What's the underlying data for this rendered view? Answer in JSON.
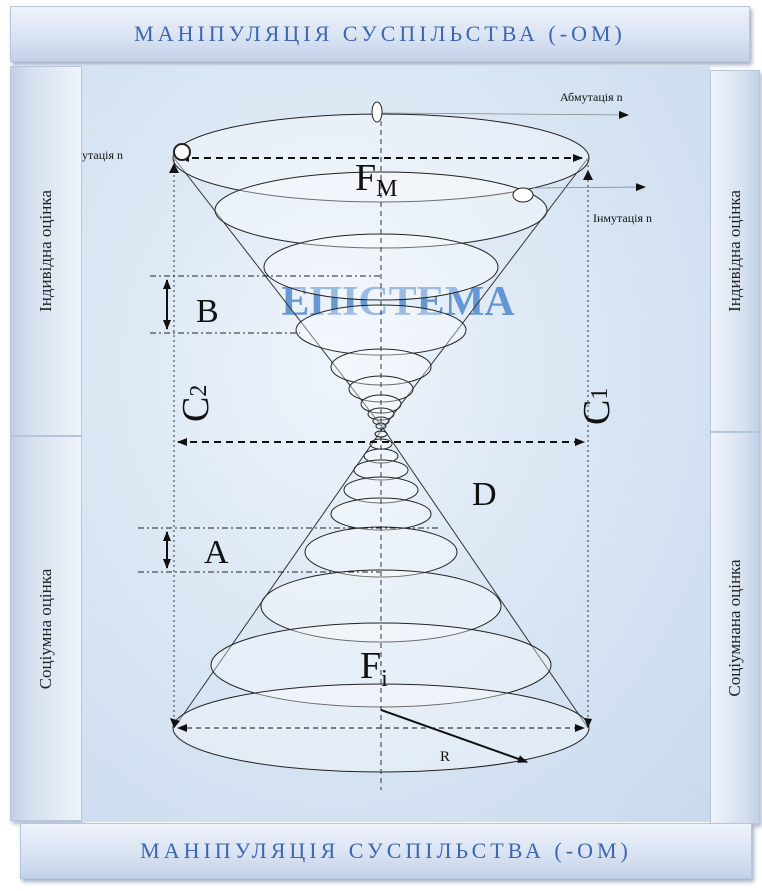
{
  "header": {
    "title": "МАНІПУЛЯЦІЯ СУСПІЛЬСТВА (-ОМ)"
  },
  "footer": {
    "title": "МАНІПУЛЯЦІЯ СУСПІЛЬСТВА (-ОМ)"
  },
  "left_panel": {
    "top_label": "Індивідна оцінка",
    "bottom_label": "Соціумна оцінка"
  },
  "right_panel": {
    "top_label": "Індивідна оцінка",
    "bottom_label": "Соціумнана оцінка"
  },
  "diagram": {
    "center_label": "ЕПІСТЕМА",
    "top_label_main": "F",
    "top_label_sub": "M",
    "bottom_label_main": "F",
    "bottom_label_sub": "i",
    "label_b": "B",
    "label_a": "A",
    "label_d": "D",
    "label_c2": "C",
    "label_c2_sub": "2",
    "label_c1": "C",
    "label_c1_sub": "1",
    "label_r": "R",
    "abmutation": "Абмутація n",
    "inmutation": "Інмутація n",
    "left_mutation": "утація n"
  },
  "colors": {
    "accent": "#3d67b0",
    "watermark": "#3a7cc8"
  }
}
